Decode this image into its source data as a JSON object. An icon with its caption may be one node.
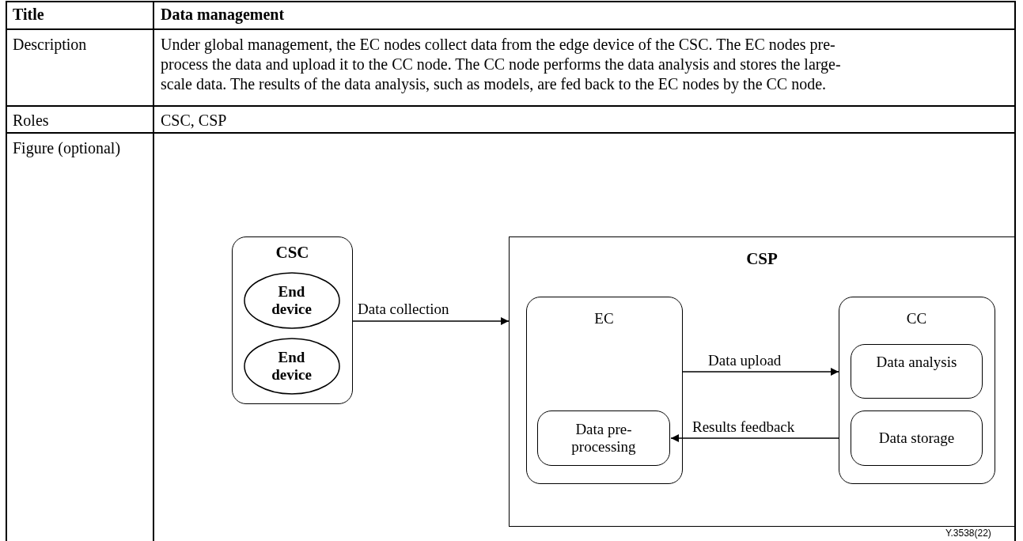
{
  "diagram": {
    "nodes": [
      {
        "text": [
          "CSC"
        ]
      },
      {
        "text": [
          "End device"
        ],
        "in": 0
      },
      {
        "text": [
          "End device"
        ],
        "in": 0
      },
      {
        "text": [
          "CSP"
        ]
      },
      {
        "text": [
          "EC"
        ],
        "in": 3
      },
      {
        "text": [
          "Data pre-processing"
        ],
        "in": 4
      },
      {
        "text": [
          "CC"
        ],
        "in": 3
      },
      {
        "text": [
          "Data analysis"
        ],
        "in": 6
      },
      {
        "text": [
          "Data storage"
        ],
        "in": 6
      }
    ],
    "edges": [
      {
        "from": 0,
        "to": 3,
        "arrow": "to",
        "label": "Data collection"
      },
      {
        "from": 4,
        "to": 6,
        "arrow": "to",
        "label": "Data upload"
      },
      {
        "from": 6,
        "to": 5,
        "arrow": "to",
        "label": "Results feedback"
      }
    ],
    "labels": [
      "Title",
      "Data management",
      "Description",
      "Under global management, the EC nodes collect data from the edge device of the CSC. The EC nodes pre-process the data and upload it to the CC node. The CC node performs the data analysis and stores the large-scale data. The results of the data analysis, such as models, are fed back to the EC nodes by the CC node.",
      "Roles",
      "CSC, CSP",
      "Figure (optional)",
      "Y.3538(22)"
    ]
  }
}
